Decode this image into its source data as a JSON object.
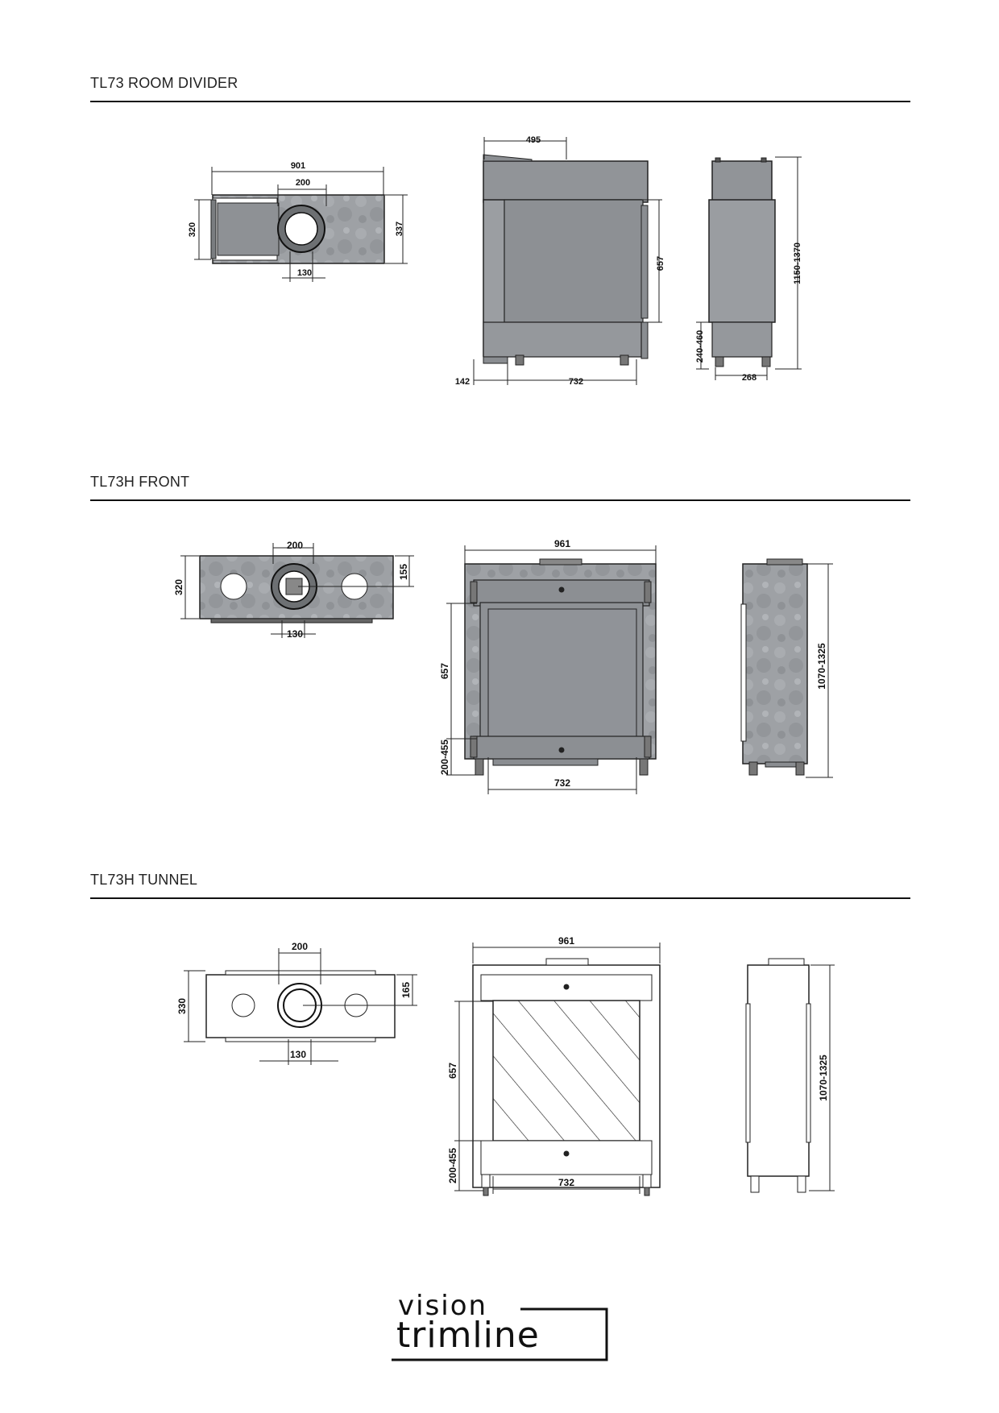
{
  "sections": [
    {
      "title": "TL73 ROOM DIVIDER",
      "top": {
        "w": "901",
        "flue": "200",
        "d": "320",
        "d2": "337",
        "pipe": "130"
      },
      "front": {
        "top": "495",
        "h": "657",
        "left": "142",
        "w": "732"
      },
      "side": {
        "h": "1150-1370",
        "feet": "240-460",
        "w": "268"
      }
    },
    {
      "title": "TL73H FRONT",
      "top": {
        "flue": "200",
        "d": "320",
        "off": "155",
        "pipe": "130"
      },
      "front": {
        "w": "961",
        "h": "657",
        "feet": "200-455",
        "glass": "732"
      },
      "side": {
        "h": "1070-1325"
      }
    },
    {
      "title": "TL73H TUNNEL",
      "top": {
        "flue": "200",
        "d": "330",
        "off": "165",
        "pipe": "130"
      },
      "front": {
        "w": "961",
        "h": "657",
        "feet": "200-455",
        "glass": "732"
      },
      "side": {
        "h": "1070-1325"
      }
    }
  ],
  "logo": {
    "line1": "vision",
    "line2": "trimline"
  }
}
